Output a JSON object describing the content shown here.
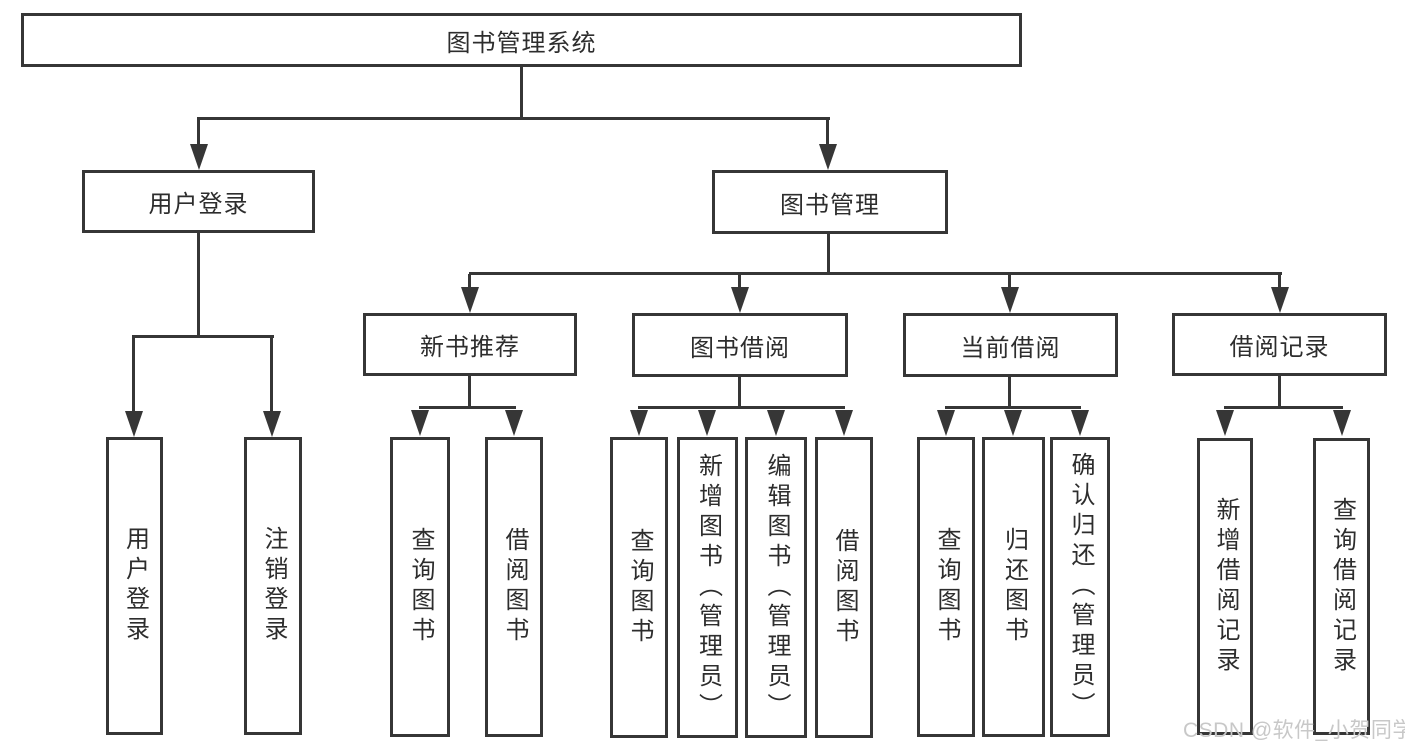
{
  "diagram": {
    "root": {
      "label": "图书管理系统",
      "children": [
        {
          "label": "用户登录",
          "children": [
            {
              "label": "用户登录"
            },
            {
              "label": "注销登录"
            }
          ]
        },
        {
          "label": "图书管理",
          "children": [
            {
              "label": "新书推荐",
              "children": [
                {
                  "label": "查询图书"
                },
                {
                  "label": "借阅图书"
                }
              ]
            },
            {
              "label": "图书借阅",
              "children": [
                {
                  "label": "查询图书"
                },
                {
                  "label": "新增图书（管理员）"
                },
                {
                  "label": "编辑图书（管理员）"
                },
                {
                  "label": "借阅图书"
                }
              ]
            },
            {
              "label": "当前借阅",
              "children": [
                {
                  "label": "查询图书"
                },
                {
                  "label": "归还图书"
                },
                {
                  "label": "确认归还（管理员）"
                }
              ]
            },
            {
              "label": "借阅记录",
              "children": [
                {
                  "label": "新增借阅记录"
                },
                {
                  "label": "查询借阅记录"
                }
              ]
            }
          ]
        }
      ]
    },
    "colors": {
      "line": "#363636",
      "text": "#2d2d2d",
      "box_bg": "#ffffff",
      "watermark": "#c8c8c8"
    },
    "watermark": "CSDN @软件_小贺同学"
  }
}
